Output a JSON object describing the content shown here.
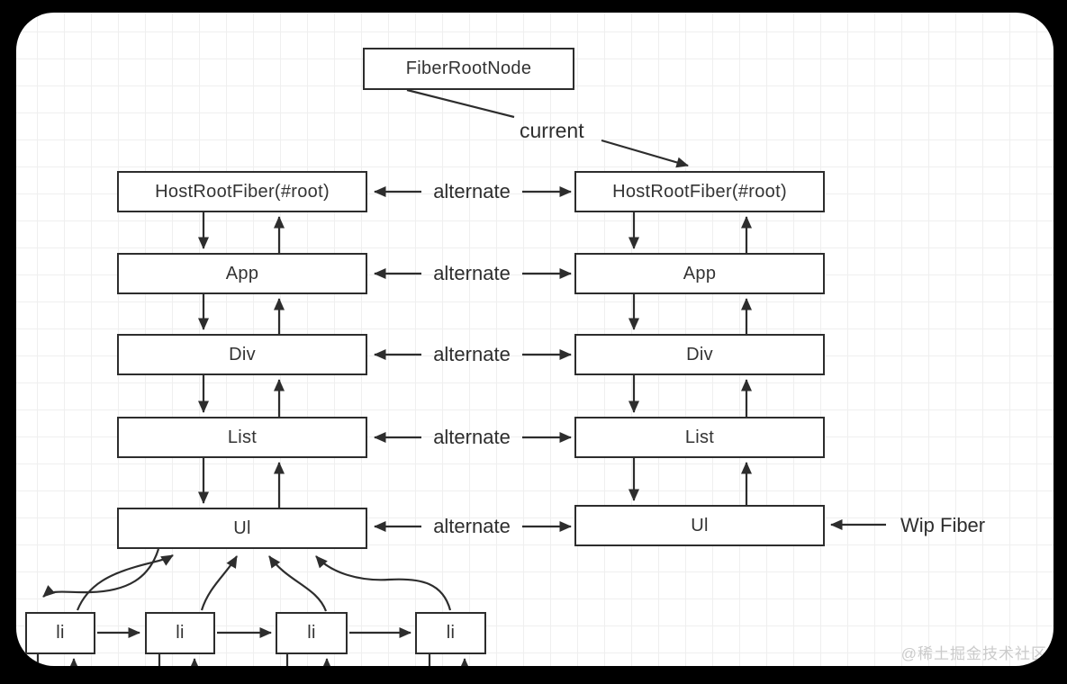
{
  "scene": {
    "background_color": "#000000",
    "canvas_color": "#ffffff",
    "grid_color": "#efefef",
    "stroke_color": "#2d2d2d",
    "watermark": "@稀土掘金技术社区"
  },
  "diagram": {
    "root_node": "FiberRootNode",
    "edge_labels": {
      "current": "current",
      "alternate": "alternate",
      "wip": "Wip Fiber"
    },
    "current_tree": [
      "HostRootFiber(#root)",
      "App",
      "Div",
      "List",
      "Ul"
    ],
    "wip_tree": [
      "HostRootFiber(#root)",
      "App",
      "Div",
      "List",
      "Ul"
    ],
    "list_items": [
      "li",
      "li",
      "li",
      "li"
    ]
  }
}
